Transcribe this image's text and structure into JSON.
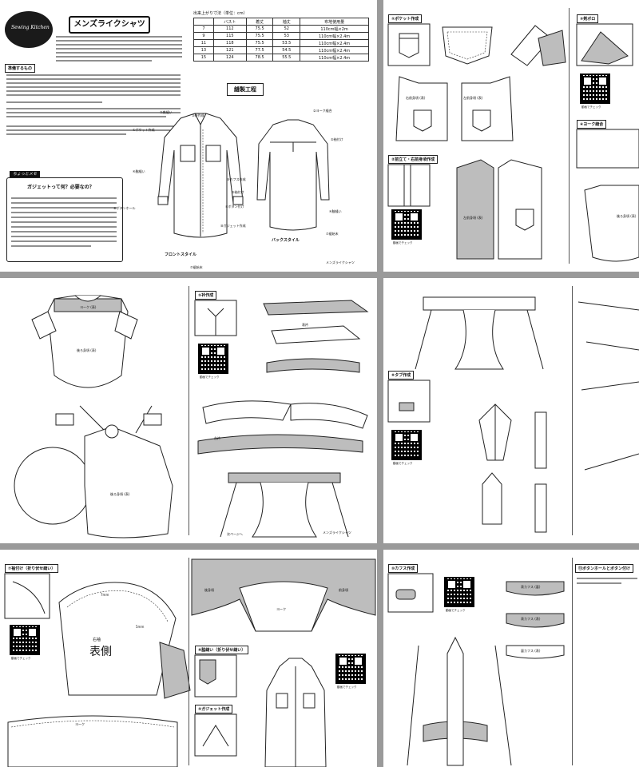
{
  "p1": {
    "title": "メンズライクシャツ",
    "logo_text": "Sewing Kitchen",
    "section_materials": "準備するもの",
    "table_caption": "出来上がり寸法（単位：cm）",
    "size_table": {
      "headers": [
        "",
        "バスト",
        "着丈",
        "袖丈",
        "布地使用量"
      ],
      "rows": [
        [
          "7",
          "112",
          "75.5",
          "52",
          "110cm幅×2m"
        ],
        [
          "9",
          "115",
          "75.5",
          "53",
          "110cm幅×2.4m"
        ],
        [
          "11",
          "118",
          "75.5",
          "53.5",
          "110cm幅×2.4m"
        ],
        [
          "13",
          "121",
          "77.5",
          "54.5",
          "110cm幅×2.4m"
        ],
        [
          "15",
          "124",
          "78.5",
          "55.5",
          "110cm幅×2.4m"
        ]
      ]
    },
    "process_title": "縫製工程",
    "front_style": "フロントスタイル",
    "back_style": "バックスタイル",
    "tip_badge": "ちょっとメモ",
    "tip_title": "ガジェットって何？必要なの？",
    "footer": "メンズライクシャツ",
    "labels_front": [
      "①ポケット作成",
      "③衿作成",
      "②肩縫い",
      "⑥カフス作成",
      "④脇縫い",
      "⑤袖付け",
      "⑦裾始末",
      "⑧ボタンホール",
      "⑨ボタン付け",
      "⑩ガジェット作成"
    ],
    "labels_back": [
      "②ヨーク縫合",
      "⑤袖付け",
      "④脇縫い",
      "⑦裾始末"
    ]
  },
  "p2": {
    "h1": "①ポケット作成",
    "h2": "②前立て・右前身頃作成",
    "h3": "③剣ボロ",
    "h4": "④ヨーク縫合",
    "lbl_right": "右前身頃 (表)",
    "lbl_left": "左前身頃 (表)",
    "lbl_back": "後ろ身頃 (表)",
    "qr_caption": "動画でチェック"
  },
  "p3": {
    "h1": "⑤衿作成",
    "lbl_back": "後ろ身頃 (表)",
    "lbl_yoke": "ヨーク (表)",
    "lbl_collar": "表衿",
    "lbl_stand": "台衿",
    "footer": "メンズライクシャツ",
    "arrow": "次ページへ",
    "qr_caption": "動画でチェック"
  },
  "p4": {
    "h1": "⑥タブ作成",
    "qr_caption": "動画でチェック"
  },
  "p5": {
    "h1": "⑦袖付け（折り伏せ縫い）",
    "h2": "⑧脇縫い（折り伏せ縫い）",
    "h3": "⑨ガジェット作成",
    "lbl_right": "右袖",
    "lbl_face": "表側",
    "lbl_7mm": "7mm",
    "lbl_5mm": "5mm",
    "lbl_yoke": "ヨーク",
    "lbl_back": "後身頃",
    "lbl_front": "前身頃",
    "qr_caption": "動画でチェック"
  },
  "p6": {
    "h1": "⑩カフス作成",
    "h2": "⑪ボタンホールとボタン付け",
    "lbl_cuff1": "表カフス (裏)",
    "lbl_cuff2": "表カフス (表)",
    "lbl_cuff3": "裏カフス (表)",
    "qr_caption": "動画でチェック"
  }
}
